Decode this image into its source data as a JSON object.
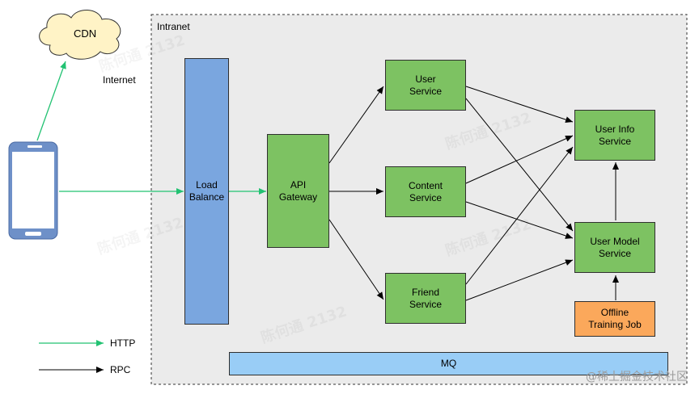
{
  "intranet_label": "Intranet",
  "internet_label": "Internet",
  "cdn_label": "CDN",
  "nodes": {
    "load_balance": "Load\nBalance",
    "api_gateway": "API\nGateway",
    "user_service": "User\nService",
    "content_service": "Content\nService",
    "friend_service": "Friend\nService",
    "user_info_service": "User Info\nService",
    "user_model_service": "User Model\nService",
    "offline_training_job": "Offline\nTraining Job",
    "mq": "MQ"
  },
  "legend": {
    "http_label": "HTTP",
    "rpc_label": "RPC"
  },
  "colors": {
    "http": "#22c272",
    "rpc": "#000000",
    "service": "#7dc262",
    "load_balance": "#7aa6df",
    "mq": "#99cdf6",
    "offline": "#fba85b",
    "phone": "#6e90c8"
  },
  "watermark": "陈何通 2132",
  "brand": "@稀土掘金技术社区"
}
